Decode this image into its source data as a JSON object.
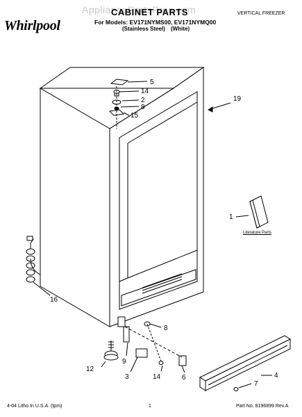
{
  "header": {
    "brand": "Whirlpool",
    "watermark": "AppliancePartsPros.com",
    "title": "CABINET PARTS",
    "models": "For Models: EV171NYMS00, EV171NYMQ00",
    "finish_1": "(Stainless Steel)",
    "finish_2": "(White)",
    "category": "VERTICAL FREEZER"
  },
  "footer": {
    "print_info": "4-04 Litho In U.S.A. (tpm)",
    "page": "1",
    "part_no": "Part No. 8196899 Rev.A"
  },
  "literature_label": "Literature Parts",
  "callouts": {
    "c5": "5",
    "c14a": "14",
    "c2": "2",
    "c8a": "8",
    "c15": "15",
    "c19": "19",
    "c1": "1",
    "c16": "16",
    "c8b": "8",
    "c12": "12",
    "c9": "9",
    "c3": "3",
    "c14b": "14",
    "c6": "6",
    "c4": "4",
    "c7": "7"
  }
}
